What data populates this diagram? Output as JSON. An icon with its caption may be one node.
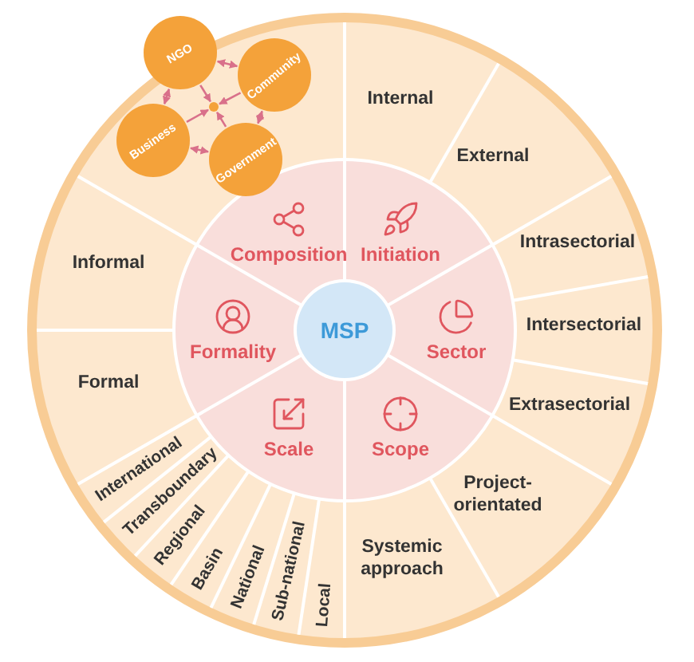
{
  "diagram": {
    "nodes": [
      {
        "text": [
          "MSP"
        ]
      },
      {
        "text": [
          "Composition"
        ]
      },
      {
        "text": [
          "Initiation"
        ]
      },
      {
        "text": [
          "Sector"
        ]
      },
      {
        "text": [
          "Scope"
        ]
      },
      {
        "text": [
          "Scale"
        ]
      },
      {
        "text": [
          "Formality"
        ]
      },
      {
        "text": [
          "Internal"
        ]
      },
      {
        "text": [
          "External"
        ]
      },
      {
        "text": [
          "Intrasectorial"
        ]
      },
      {
        "text": [
          "Intersectorial"
        ]
      },
      {
        "text": [
          "Extrasectorial"
        ]
      },
      {
        "text": [
          "Project-orientated"
        ]
      },
      {
        "text": [
          "Systemic approach"
        ]
      },
      {
        "text": [
          "International"
        ]
      },
      {
        "text": [
          "Transboundary"
        ]
      },
      {
        "text": [
          "Regional"
        ]
      },
      {
        "text": [
          "Basin"
        ]
      },
      {
        "text": [
          "National"
        ]
      },
      {
        "text": [
          "Sub-national"
        ]
      },
      {
        "text": [
          "Local"
        ]
      },
      {
        "text": [
          "Informal"
        ]
      },
      {
        "text": [
          "Formal"
        ]
      },
      {
        "text": [
          "NGO"
        ]
      },
      {
        "text": [
          "Community"
        ]
      },
      {
        "text": [
          "Business"
        ]
      },
      {
        "text": [
          "Government"
        ]
      },
      {
        "text": [],
        "shape": "circle"
      }
    ],
    "edges": [
      {
        "from": 23,
        "to": 24,
        "arrow": "both"
      },
      {
        "from": 24,
        "to": 26,
        "arrow": "both"
      },
      {
        "from": 26,
        "to": 25,
        "arrow": "both"
      },
      {
        "from": 25,
        "to": 23,
        "arrow": "both"
      },
      {
        "from": 23,
        "to": 27,
        "arrow": "to"
      },
      {
        "from": 24,
        "to": 27,
        "arrow": "to"
      },
      {
        "from": 25,
        "to": 27,
        "arrow": "to"
      },
      {
        "from": 26,
        "to": 27,
        "arrow": "to"
      }
    ]
  }
}
